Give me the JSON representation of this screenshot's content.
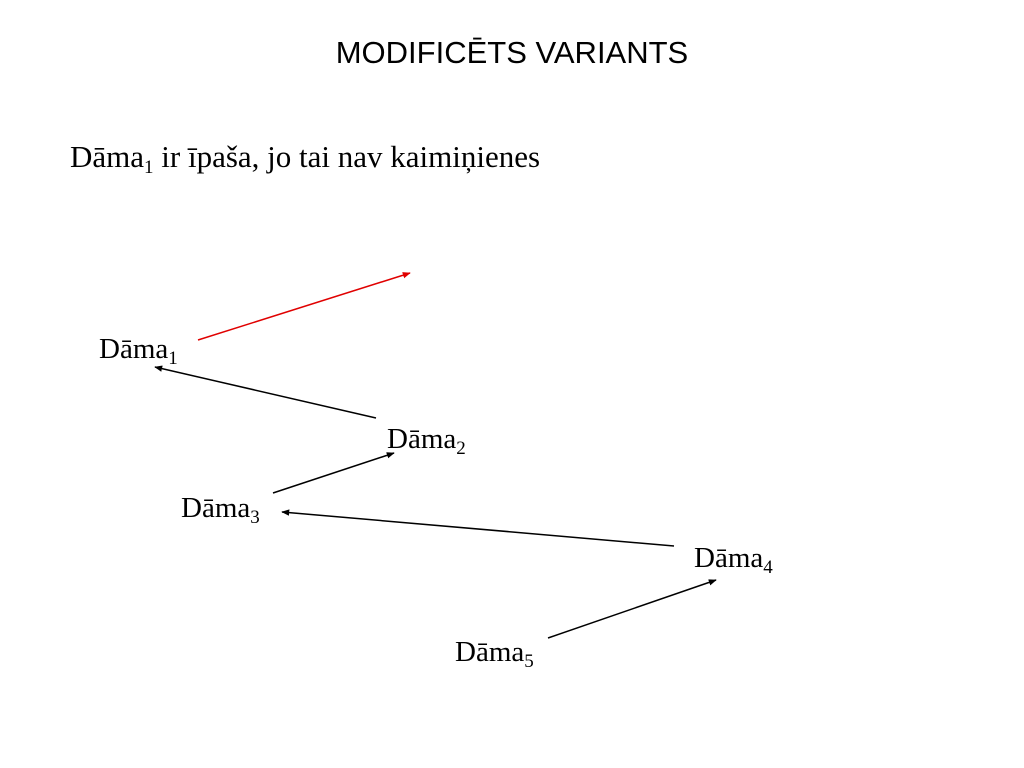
{
  "slide": {
    "title": "MODIFICĒTS VARIANTS",
    "statement": {
      "subject": "Dāma",
      "subscript": "1",
      "rest": " ir īpaša, jo tai nav kaimiņienes"
    }
  },
  "nodes": [
    {
      "id": "n1",
      "label": "Dāma",
      "sub": "1"
    },
    {
      "id": "n2",
      "label": "Dāma",
      "sub": "2"
    },
    {
      "id": "n3",
      "label": "Dāma",
      "sub": "3"
    },
    {
      "id": "n4",
      "label": "Dāma",
      "sub": "4"
    },
    {
      "id": "n5",
      "label": "Dāma",
      "sub": "5"
    }
  ],
  "edges": [
    {
      "from": "n1",
      "to": null,
      "color": "#e00000"
    },
    {
      "from": "n2",
      "to": "n1",
      "color": "#000000"
    },
    {
      "from": "n3",
      "to": "n2",
      "color": "#000000"
    },
    {
      "from": "n4",
      "to": "n3",
      "color": "#000000"
    },
    {
      "from": "n5",
      "to": "n4",
      "color": "#000000"
    }
  ]
}
